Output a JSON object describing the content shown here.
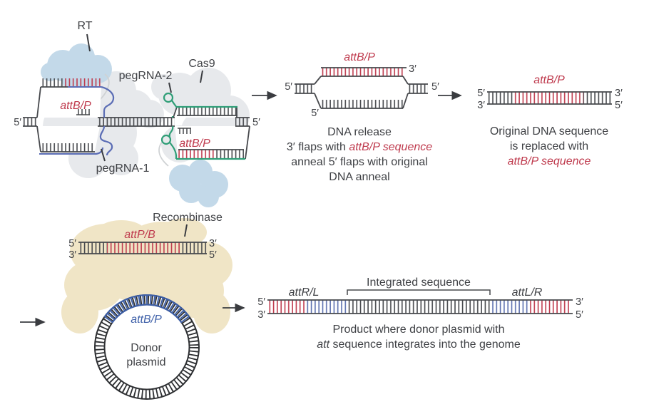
{
  "colors": {
    "red": "#bf3a4d",
    "blue": "#3d5fa8",
    "pegrna_blue": "#5b6db5",
    "green": "#2f9e77",
    "rt_blob": "#c3d9e9",
    "cas9_blob": "#e7e9ec",
    "recombinase_blob": "#f0e5c6",
    "dark": "#3f4145"
  },
  "panel1": {
    "rt_label": "RT",
    "pegrna2_label": "pegRNA-2",
    "cas9_label": "Cas9",
    "pegrna1_label": "pegRNA-1",
    "attbp_left": "attB/P",
    "attbp_right": "attB/P",
    "five_prime_left": "5′",
    "five_prime_right": "5′"
  },
  "panel2": {
    "attbp": "attB/P",
    "three_prime_top": "3′",
    "five_prime_left": "5′",
    "five_prime_right": "5′",
    "five_prime_bottom": "5′",
    "caption_line1": "DNA release",
    "caption_line2_pre": "3′ flaps with ",
    "caption_line2_red": "attB/P sequence",
    "caption_line3": "anneal 5′ flaps with original",
    "caption_line4": "DNA anneal"
  },
  "panel3": {
    "attbp": "attB/P",
    "ends": {
      "tl": "5′",
      "bl": "3′",
      "tr": "3′",
      "br": "5′"
    },
    "caption_line1": "Original DNA sequence",
    "caption_line2": "is replaced with",
    "caption_line3_red": "attB/P sequence"
  },
  "panel4": {
    "recombinase_label": "Recombinase",
    "attpb": "attP/B",
    "attbp_plasmid": "attB/P",
    "donor_line1": "Donor",
    "donor_line2": "plasmid",
    "ends": {
      "tl": "5′",
      "bl": "3′",
      "tr": "3′",
      "br": "5′"
    }
  },
  "panel5": {
    "integrated_label": "Integrated sequence",
    "attrl": "attR/L",
    "attlr": "attL/R",
    "ends": {
      "tl": "5′",
      "bl": "3′",
      "tr": "3′",
      "br": "5′"
    },
    "caption_line1": "Product where donor plasmid with",
    "caption_line2_italic": "att",
    "caption_line2_rest": " sequence integrates into the genome"
  }
}
